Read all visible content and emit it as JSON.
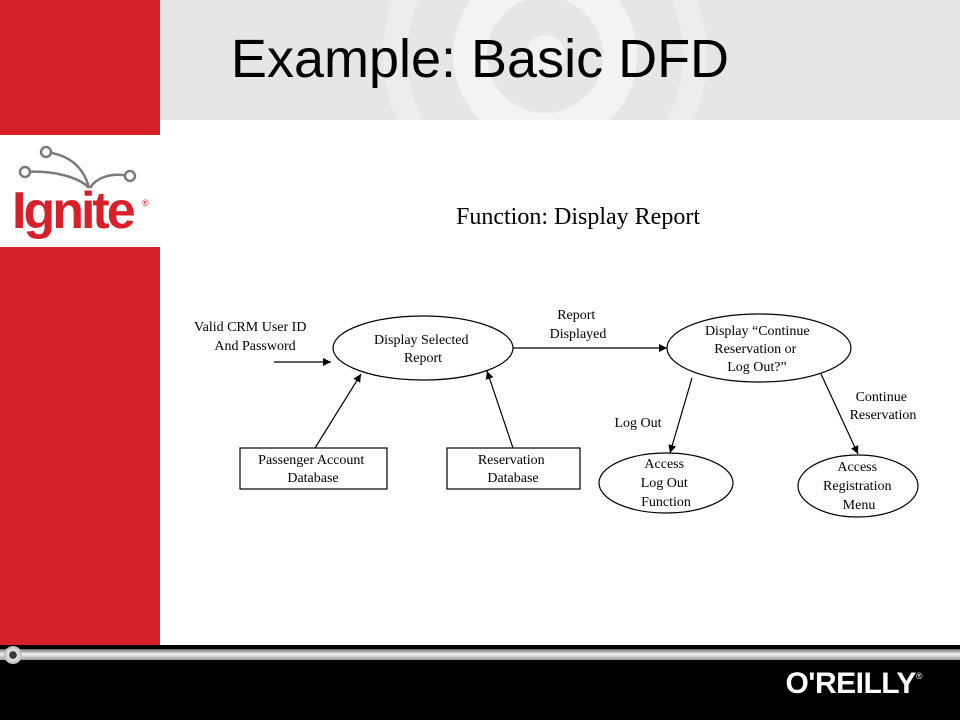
{
  "slide": {
    "title": "Example: Basic DFD"
  },
  "branding": {
    "logo_text": "Ignite",
    "logo_reg": "®",
    "publisher_name": "O'REILLY",
    "publisher_reg": "®",
    "accent_color": "#d8202a"
  },
  "diagram": {
    "heading": "Function: Display Report",
    "processes": {
      "display_selected_report": [
        "Display Selected",
        "Report"
      ],
      "display_continue": [
        "Display  “Continue",
        "Reservation or",
        "Log Out?”"
      ],
      "access_logout": [
        "Access",
        "Log Out",
        "Function"
      ],
      "access_registration": [
        "Access",
        "Registration",
        "Menu"
      ]
    },
    "stores": {
      "passenger_account": [
        "Passenger Account",
        "Database"
      ],
      "reservation": [
        "Reservation",
        "Database"
      ]
    },
    "flows": {
      "input": [
        "Valid CRM User ID",
        "And Password"
      ],
      "report_displayed": [
        "Report",
        "Displayed"
      ],
      "log_out": [
        "Log Out"
      ],
      "continue_reservation": [
        "Continue",
        "Reservation"
      ]
    }
  }
}
